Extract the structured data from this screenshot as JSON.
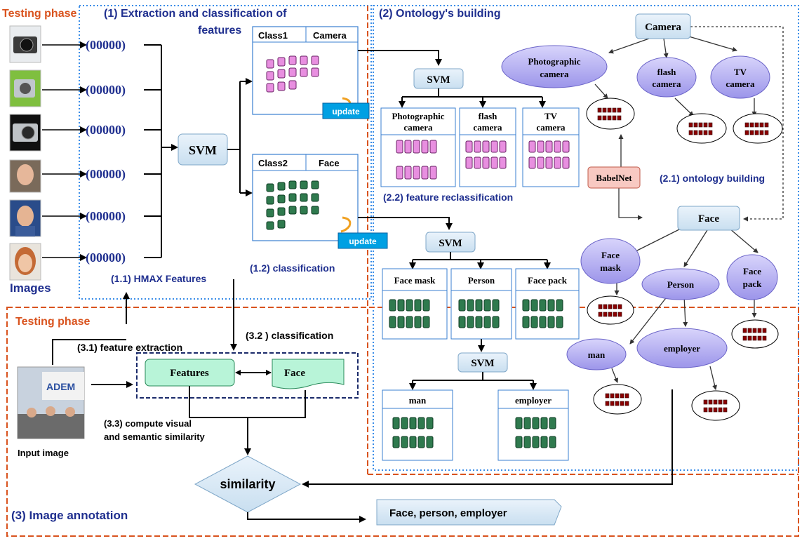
{
  "labels": {
    "testing_phase_top": "Testing phase",
    "extraction_title_1": "(1) Extraction and classification of",
    "extraction_title_2": "features",
    "ontology_title": "(2) Ontology's  building",
    "images": "Images",
    "hmax": "(1.1) HMAX Features",
    "classification_12": "(1.2) classification",
    "feature_reclass": "(2.2) feature reclassification",
    "ontology_building": "(2.1) ontology  building",
    "testing_phase_bottom": "Testing phase",
    "feature_extraction": "(3.1) feature extraction",
    "classification_32": "(3.2 ) classification",
    "compute_1": "(3.3)  compute visual",
    "compute_2": "and semantic similarity",
    "input_image": "Input image",
    "image_annotation": "(3) Image annotation"
  },
  "feature_vector": "(00000)",
  "svm": "SVM",
  "update": "update",
  "class1": {
    "name": "Class1",
    "label": "Camera"
  },
  "class2": {
    "name": "Class2",
    "label": "Face"
  },
  "camera_sub": [
    [
      "Photographic",
      "camera"
    ],
    [
      "flash",
      "camera"
    ],
    [
      "TV",
      "camera"
    ]
  ],
  "face_sub": [
    "Face mask",
    "Person",
    "Face pack"
  ],
  "person_sub": [
    "man",
    "employer"
  ],
  "ontology": {
    "camera": "Camera",
    "photographic": [
      "Photographic",
      "camera"
    ],
    "flash": [
      "flash",
      "camera"
    ],
    "tv": [
      "TV",
      "camera"
    ],
    "babelnet": "BabelNet",
    "face": "Face",
    "face_mask": [
      "Face",
      "mask"
    ],
    "person": "Person",
    "face_pack": [
      "Face",
      "pack"
    ],
    "man": "man",
    "employer": "employer"
  },
  "features_box": "Features",
  "face_doc": "Face",
  "similarity": "similarity",
  "result": "Face, person,  employer",
  "colors": {
    "orange_title": "#d9531e",
    "blue_text": "#1f2f8f",
    "box_fill": "#d8e8f4",
    "ellipse_fill": "#a9a3ee",
    "babelnet_fill": "#f8c9c2",
    "green_fill": "#b8f4d8",
    "update_fill": "#00a0e3",
    "pink_cube": "#e88fe0",
    "green_cube": "#2f7a4e",
    "dotted_blue": "#3a8de8",
    "dashed_orange": "#d9531e"
  }
}
